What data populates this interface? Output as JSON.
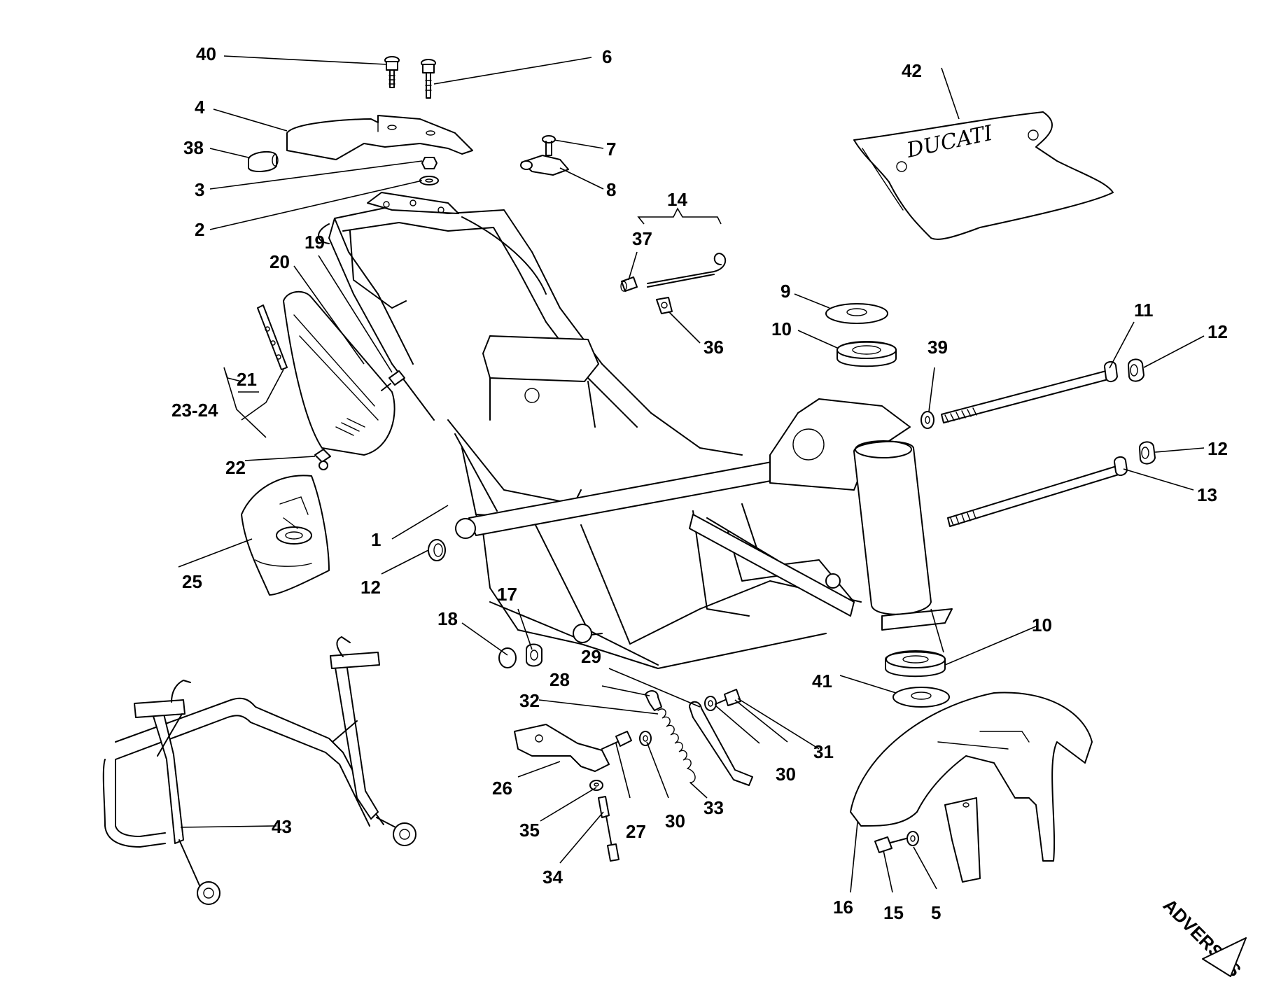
{
  "labels": {
    "p1": "1",
    "p2": "2",
    "p3": "3",
    "p4": "4",
    "p5": "5",
    "p6": "6",
    "p7": "7",
    "p8": "8",
    "p9": "9",
    "p10a": "10",
    "p10b": "10",
    "p11": "11",
    "p12a": "12",
    "p12b": "12",
    "p12c": "12",
    "p13": "13",
    "p14": "14",
    "p15": "15",
    "p16": "16",
    "p17": "17",
    "p18": "18",
    "p19": "19",
    "p20": "20",
    "p21": "21",
    "p22": "22",
    "p23_24": "23-24",
    "p25": "25",
    "p26": "26",
    "p27": "27",
    "p28": "28",
    "p29": "29",
    "p30a": "30",
    "p30b": "30",
    "p31": "31",
    "p32": "32",
    "p33": "33",
    "p34": "34",
    "p35": "35",
    "p36": "36",
    "p37": "37",
    "p38": "38",
    "p39": "39",
    "p40": "40",
    "p41": "41",
    "p42": "42",
    "p43": "43"
  },
  "bag_brand": "DUCATI",
  "watermark": "ADVERSUS"
}
